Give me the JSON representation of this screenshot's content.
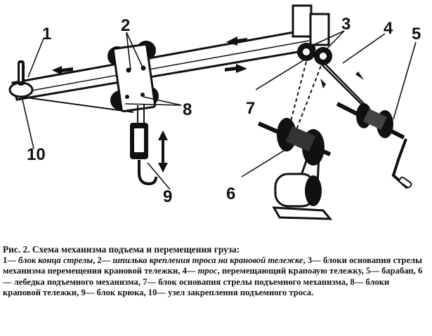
{
  "figure": {
    "labels": [
      "1",
      "2",
      "3",
      "4",
      "5",
      "6",
      "7",
      "8",
      "9",
      "10"
    ]
  },
  "caption": {
    "title": "Рис. 2. Схема механизма подъема и перемещения груза:",
    "items": [
      {
        "num": "1—",
        "text": "блок конца стрелы",
        "sep": ","
      },
      {
        "num": "2—",
        "text": "шпилька крепления троса на крановой тележке",
        "sep": ","
      },
      {
        "num": "3—",
        "text": "блоки основапия стрелы механизма перемещения крановой тележки",
        "sep": ","
      },
      {
        "num": "4—",
        "text": "трос",
        "sep": ", перемещающий крапоаую тележку,"
      },
      {
        "num": "5—",
        "text": "барабап",
        "sep": ","
      },
      {
        "num": "6—",
        "text": "лебедка подъемного механизма",
        "sep": ","
      },
      {
        "num": "7—",
        "text": "блок основапия стрелы подъемного механизма",
        "sep": ","
      },
      {
        "num": "8—",
        "text": "блоки краповой тележки",
        "sep": ","
      },
      {
        "num": "9—",
        "text": "блок крюка",
        "sep": ","
      },
      {
        "num": "10—",
        "text": "узел закреплення подъемного троса",
        "sep": "."
      }
    ]
  }
}
